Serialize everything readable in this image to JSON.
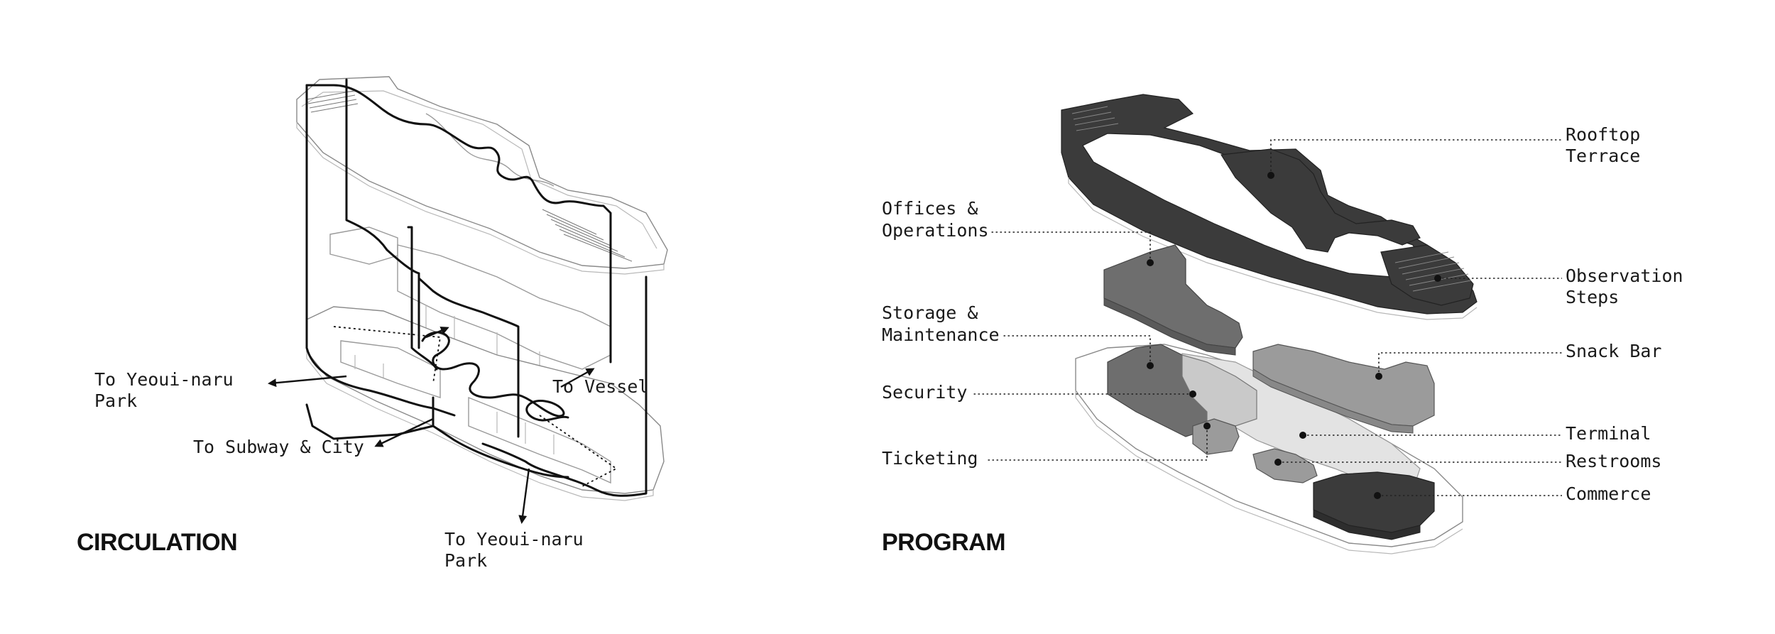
{
  "circulation": {
    "heading": "CIRCULATION",
    "labels": {
      "park_left": [
        "To Yeoui-naru",
        "Park"
      ],
      "subway": "To Subway & City",
      "vessel": "To Vessel",
      "park_bottom": [
        "To Yeoui-naru",
        "Park"
      ]
    }
  },
  "program": {
    "heading": "PROGRAM",
    "labels": {
      "offices": [
        "Offices &",
        "Operations"
      ],
      "storage": [
        "Storage &",
        "Maintenance"
      ],
      "security": "Security",
      "ticketing": "Ticketing",
      "rooftop": [
        "Rooftop",
        "Terrace"
      ],
      "observation": [
        "Observation",
        "Steps"
      ],
      "snack": "Snack Bar",
      "terminal": "Terminal",
      "restrooms": "Restrooms",
      "commerce": "Commerce"
    }
  },
  "colors": {
    "dark": "#3b3b3b",
    "mid": "#6e6e6e",
    "light": "#9b9b9b",
    "pale": "#c9c9c9",
    "line": "#111111"
  }
}
